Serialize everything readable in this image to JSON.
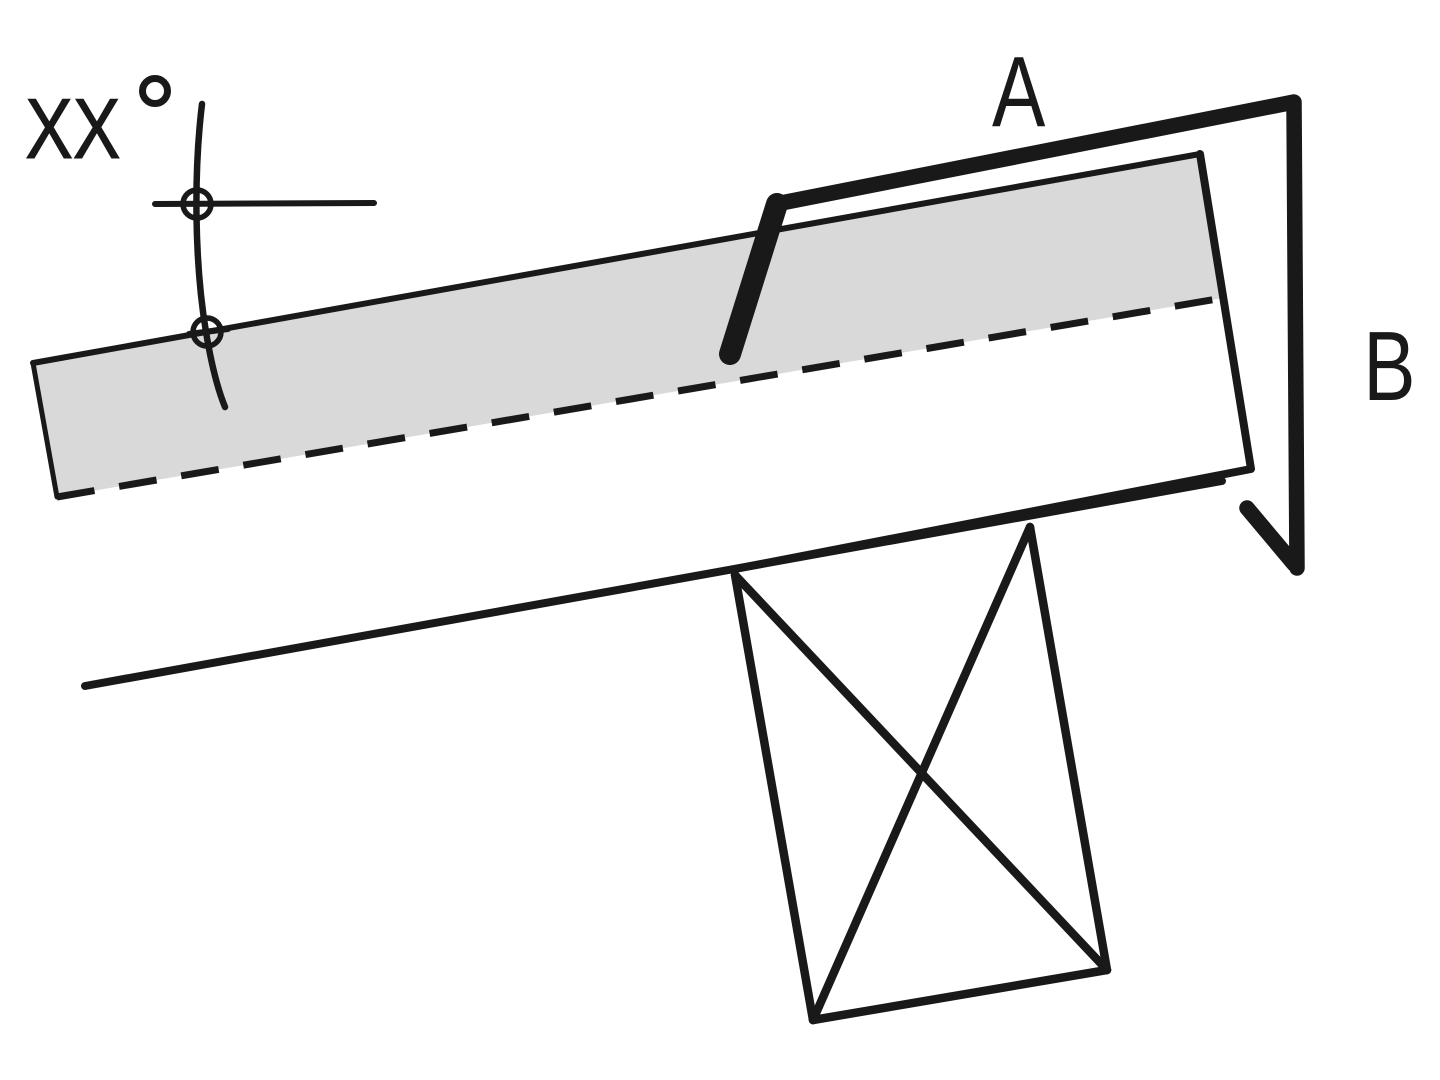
{
  "figure": {
    "type": "roof-edge-flashing-detail-diagram",
    "background": "#ffffff",
    "line_color": "#191919",
    "panel_fill": "#d9d9d9",
    "angle_label": "XX",
    "angle_unit_symbol": "°",
    "label_a": "A",
    "label_b": "B"
  }
}
